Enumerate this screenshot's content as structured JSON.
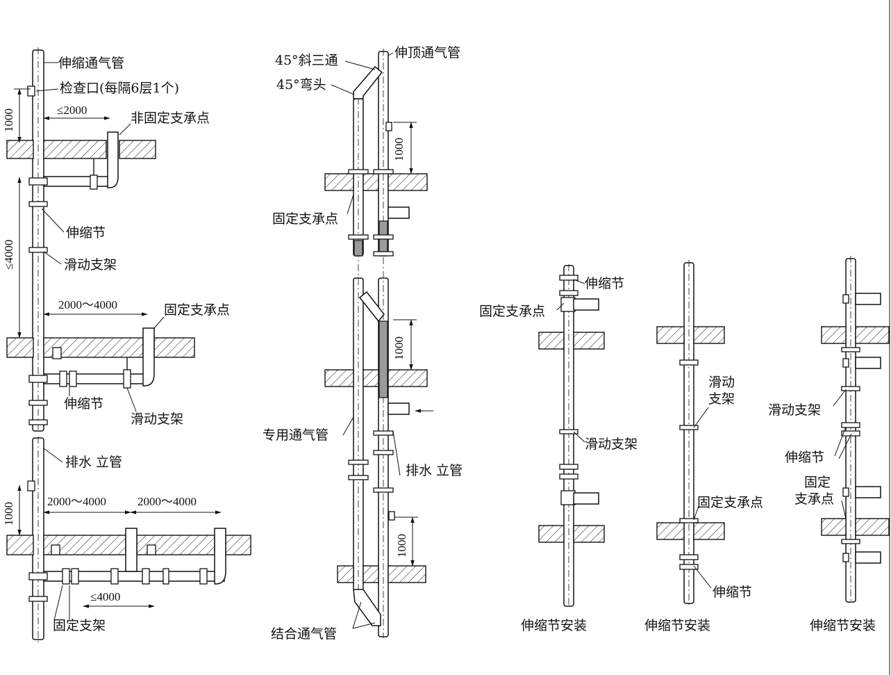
{
  "labels": {
    "vent_pipe_top": "伸缩通气管",
    "inspection_port": "检查口(每隔6层1个)",
    "non_fixed_support": "非固定支承点",
    "expansion_joint": "伸缩节",
    "sliding_bracket": "滑动支架",
    "fixed_support_point": "固定支承点",
    "drain_riser": "排水 立管",
    "fixed_bracket": "固定支架",
    "oblique_tee_45": "45°斜三通",
    "elbow_45": "45°弯头",
    "top_vent_pipe": "伸顶通气管",
    "dedicated_vent_pipe": "专用通气管",
    "combined_vent_pipe": "结合通气管",
    "sliding_bracket_line1": "滑动",
    "sliding_bracket_line2": "支架",
    "fixed_support_line1": "固定",
    "fixed_support_line2": "支承点"
  },
  "dimensions": {
    "d1000": "1000",
    "d_le2000": "≤2000",
    "d_le4000": "≤4000",
    "d_2000_4000": "2000～4000"
  },
  "captions": [
    "伸缩节安装",
    "伸缩节安装",
    "伸缩节安装"
  ]
}
